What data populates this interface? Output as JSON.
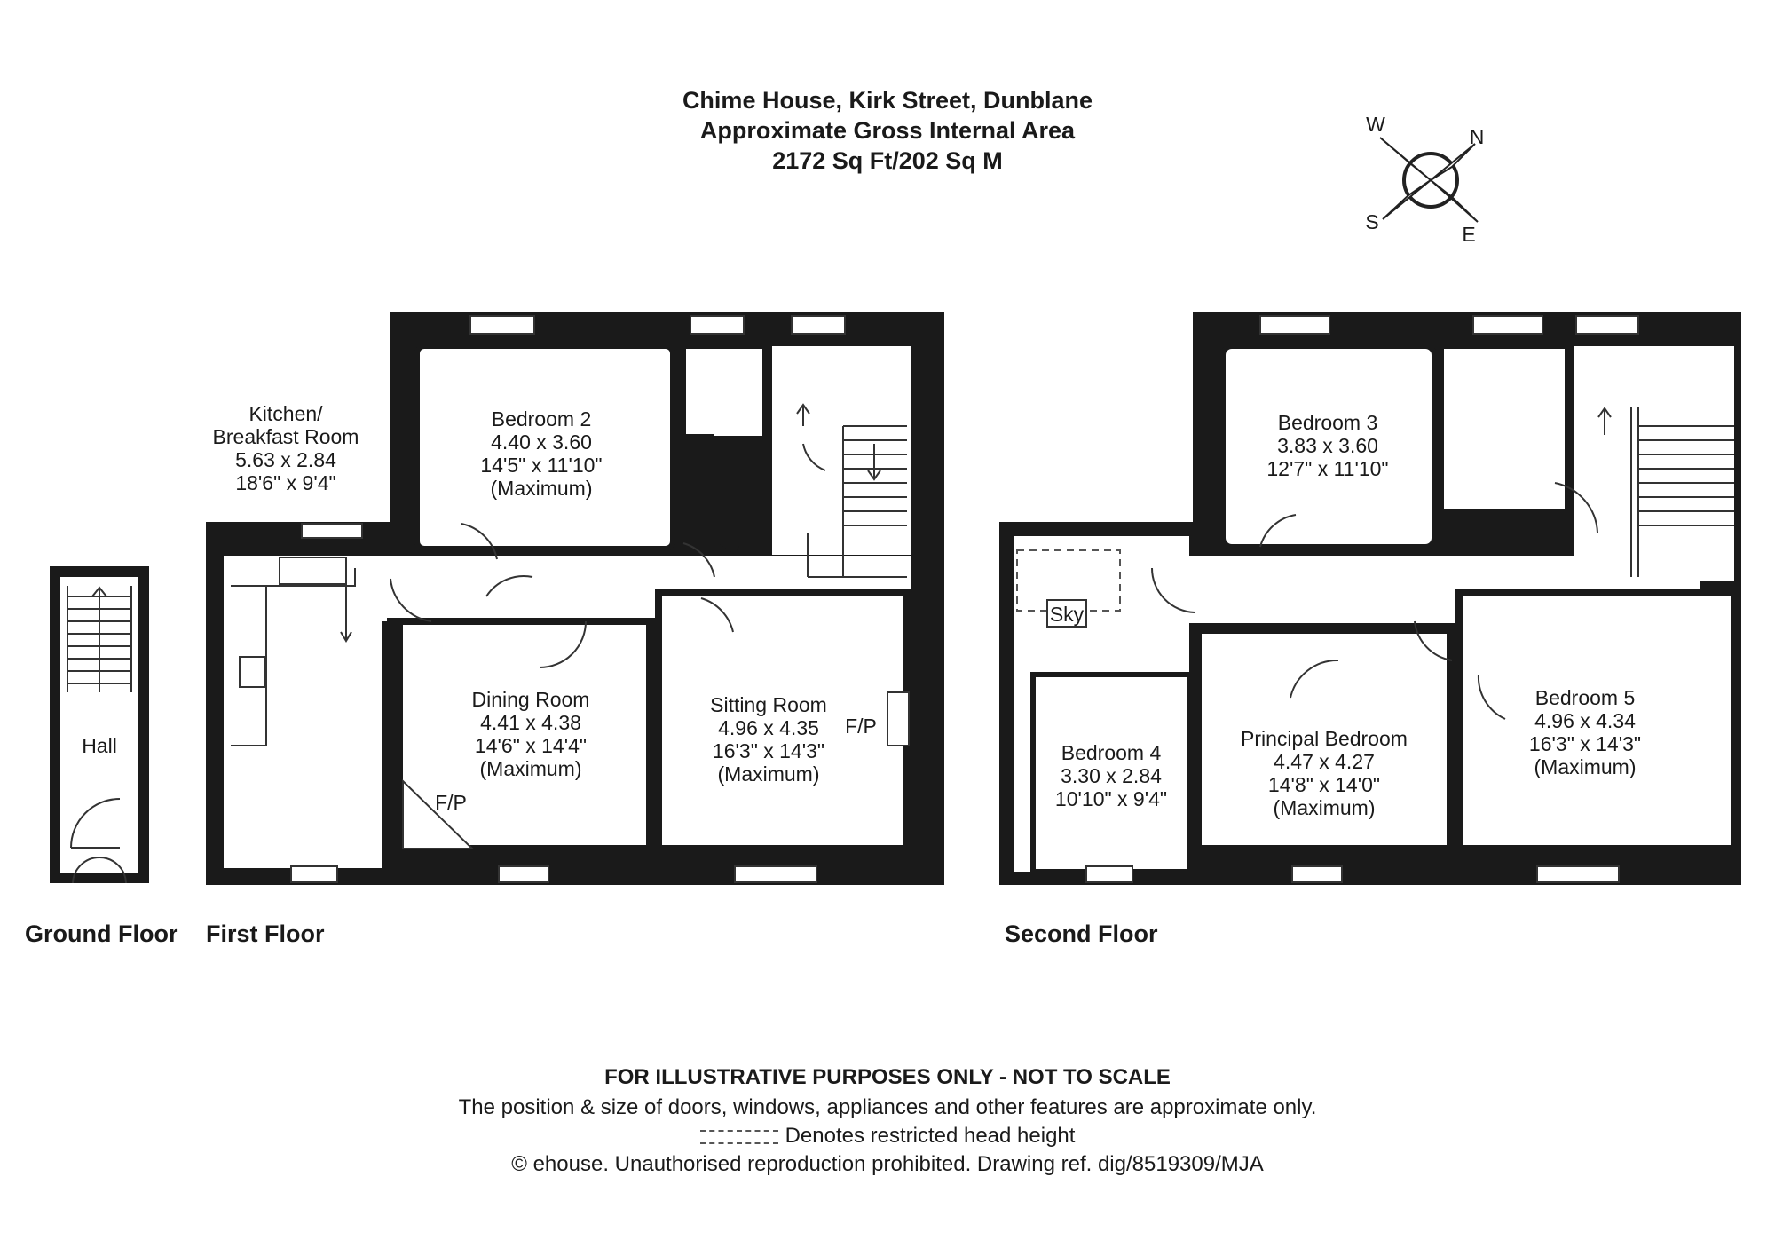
{
  "header": {
    "title": "Chime House, Kirk Street, Dunblane",
    "subtitle": "Approximate Gross Internal Area",
    "area": "2172 Sq Ft/202 Sq M"
  },
  "compass": {
    "n": "N",
    "e": "E",
    "s": "S",
    "w": "W"
  },
  "floors": {
    "ground": "Ground Floor",
    "first": "First Floor",
    "second": "Second Floor"
  },
  "rooms": {
    "hall": {
      "name": "Hall"
    },
    "kitchen": {
      "name": "Kitchen/",
      "name2": "Breakfast Room",
      "metric": "5.63 x 2.84",
      "imperial": "18'6\" x 9'4\""
    },
    "bedroom2": {
      "name": "Bedroom 2",
      "metric": "4.40 x 3.60",
      "imperial": "14'5\" x 11'10\"",
      "note": "(Maximum)"
    },
    "dining": {
      "name": "Dining Room",
      "metric": "4.41 x 4.38",
      "imperial": "14'6\" x 14'4\"",
      "note": "(Maximum)",
      "fp": "F/P"
    },
    "sitting": {
      "name": "Sitting Room",
      "metric": "4.96 x 4.35",
      "imperial": "16'3\" x 14'3\"",
      "note": "(Maximum)",
      "fp": "F/P"
    },
    "bedroom3": {
      "name": "Bedroom 3",
      "metric": "3.83 x 3.60",
      "imperial": "12'7\" x 11'10\""
    },
    "bedroom4": {
      "name": "Bedroom 4",
      "metric": "3.30 x 2.84",
      "imperial": "10'10\" x 9'4\""
    },
    "principal": {
      "name": "Principal Bedroom",
      "metric": "4.47 x 4.27",
      "imperial": "14'8\" x 14'0\"",
      "note": "(Maximum)"
    },
    "bedroom5": {
      "name": "Bedroom 5",
      "metric": "4.96 x 4.34",
      "imperial": "16'3\" x 14'3\"",
      "note": "(Maximum)"
    },
    "skylight": {
      "name": "Sky"
    }
  },
  "footer": {
    "disclaimer": "FOR ILLUSTRATIVE PURPOSES ONLY - NOT TO SCALE",
    "note": "The position & size of doors, windows, appliances and other features are approximate only.",
    "legend": "Denotes restricted head height",
    "copyright": "© ehouse. Unauthorised reproduction prohibited. Drawing ref. dig/8519309/MJA"
  },
  "colors": {
    "wall": "#1a1a1a",
    "line": "#333333",
    "background": "#ffffff"
  }
}
